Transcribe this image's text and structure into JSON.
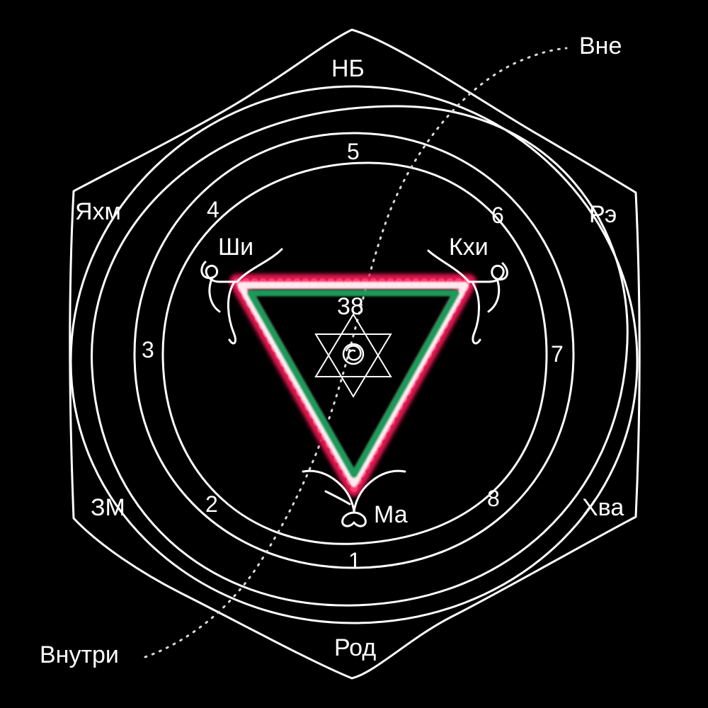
{
  "outer_labels": {
    "top": "НБ",
    "upper_left": "Яхм",
    "upper_right": "Рэ",
    "lower_left": "ЗМ",
    "lower_right": "Хва",
    "bottom": "Род"
  },
  "numbers": [
    "1",
    "2",
    "3",
    "4",
    "5",
    "6",
    "7",
    "8"
  ],
  "inner_labels": {
    "left": "Ши",
    "right": "Кхи",
    "bottom": "Ма"
  },
  "center_number": "38",
  "path_labels": {
    "start": "Внутри",
    "end": "Вне"
  },
  "colors": {
    "background": "#000000",
    "line": "#ffffff",
    "red": "#e0194f",
    "green": "#1f9a5a",
    "white_glow": "#ffffff"
  },
  "icons": [
    "hexagram-icon",
    "spiral-knot-icon",
    "loop-knot-icon"
  ]
}
